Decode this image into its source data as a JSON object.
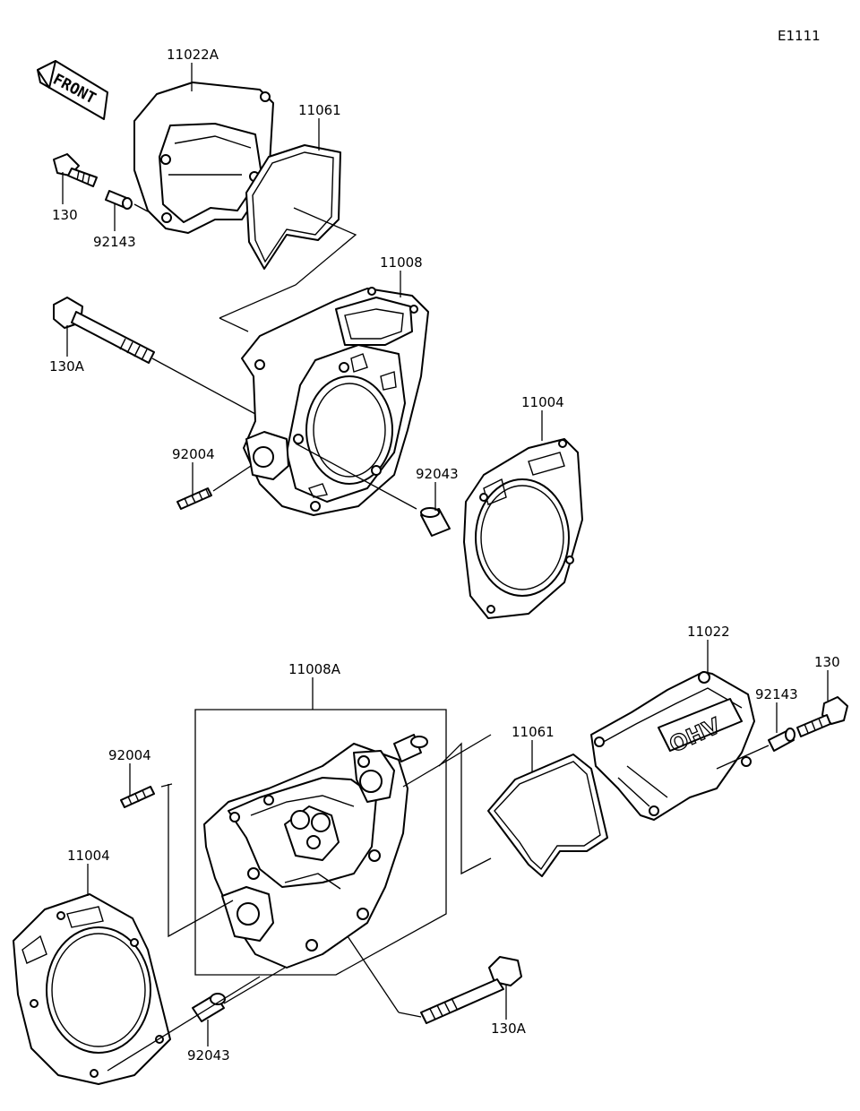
{
  "diagram_code": "E1111",
  "front_marker": "FRONT",
  "cover_embossing": "OHV",
  "callouts": [
    {
      "id": "c1",
      "part_no": "11022A"
    },
    {
      "id": "c2",
      "part_no": "11061"
    },
    {
      "id": "c3",
      "part_no": "130"
    },
    {
      "id": "c4",
      "part_no": "92143"
    },
    {
      "id": "c5",
      "part_no": "11008"
    },
    {
      "id": "c6",
      "part_no": "130A"
    },
    {
      "id": "c7",
      "part_no": "11004"
    },
    {
      "id": "c8",
      "part_no": "92004"
    },
    {
      "id": "c9",
      "part_no": "92043"
    },
    {
      "id": "c10",
      "part_no": "11022"
    },
    {
      "id": "c11",
      "part_no": "130"
    },
    {
      "id": "c12",
      "part_no": "92143"
    },
    {
      "id": "c13",
      "part_no": "11008A"
    },
    {
      "id": "c14",
      "part_no": "11061"
    },
    {
      "id": "c15",
      "part_no": "92004"
    },
    {
      "id": "c16",
      "part_no": "11004"
    },
    {
      "id": "c17",
      "part_no": "130A"
    },
    {
      "id": "c18",
      "part_no": "92043"
    }
  ]
}
